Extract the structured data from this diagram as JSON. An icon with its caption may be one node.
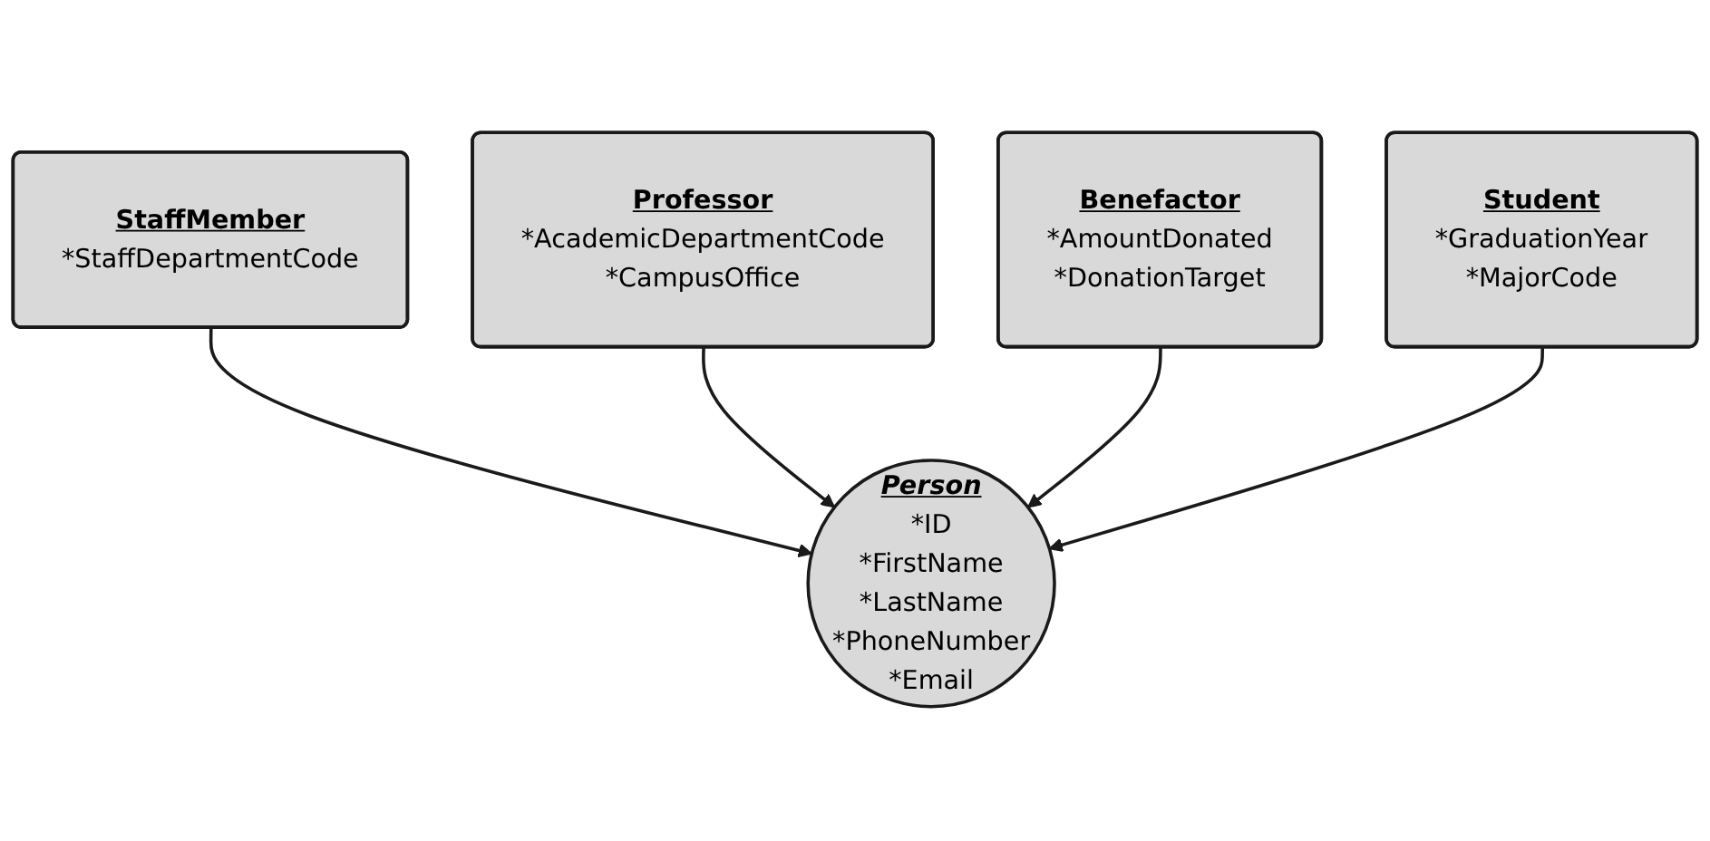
{
  "diagram": {
    "nodes": [
      {
        "text": [
          "StaffMember",
          "*StaffDepartmentCode"
        ]
      },
      {
        "text": [
          "Professor",
          "*AcademicDepartmentCode",
          "*CampusOffice"
        ]
      },
      {
        "text": [
          "Benefactor",
          "*AmountDonated",
          "*DonationTarget"
        ]
      },
      {
        "text": [
          "Person",
          "*ID",
          "*FirstName",
          "*LastName",
          "*PhoneNumber",
          "*Email"
        ]
      },
      {
        "text": [
          "Student",
          "*GraduationYear",
          "*MajorCode"
        ]
      }
    ],
    "edges": [
      {
        "from": 0,
        "to": 3,
        "arrow": "to"
      },
      {
        "from": 1,
        "to": 3,
        "arrow": "to"
      },
      {
        "from": 2,
        "to": 3,
        "arrow": "to"
      },
      {
        "from": 4,
        "to": 3,
        "arrow": "to"
      }
    ]
  }
}
